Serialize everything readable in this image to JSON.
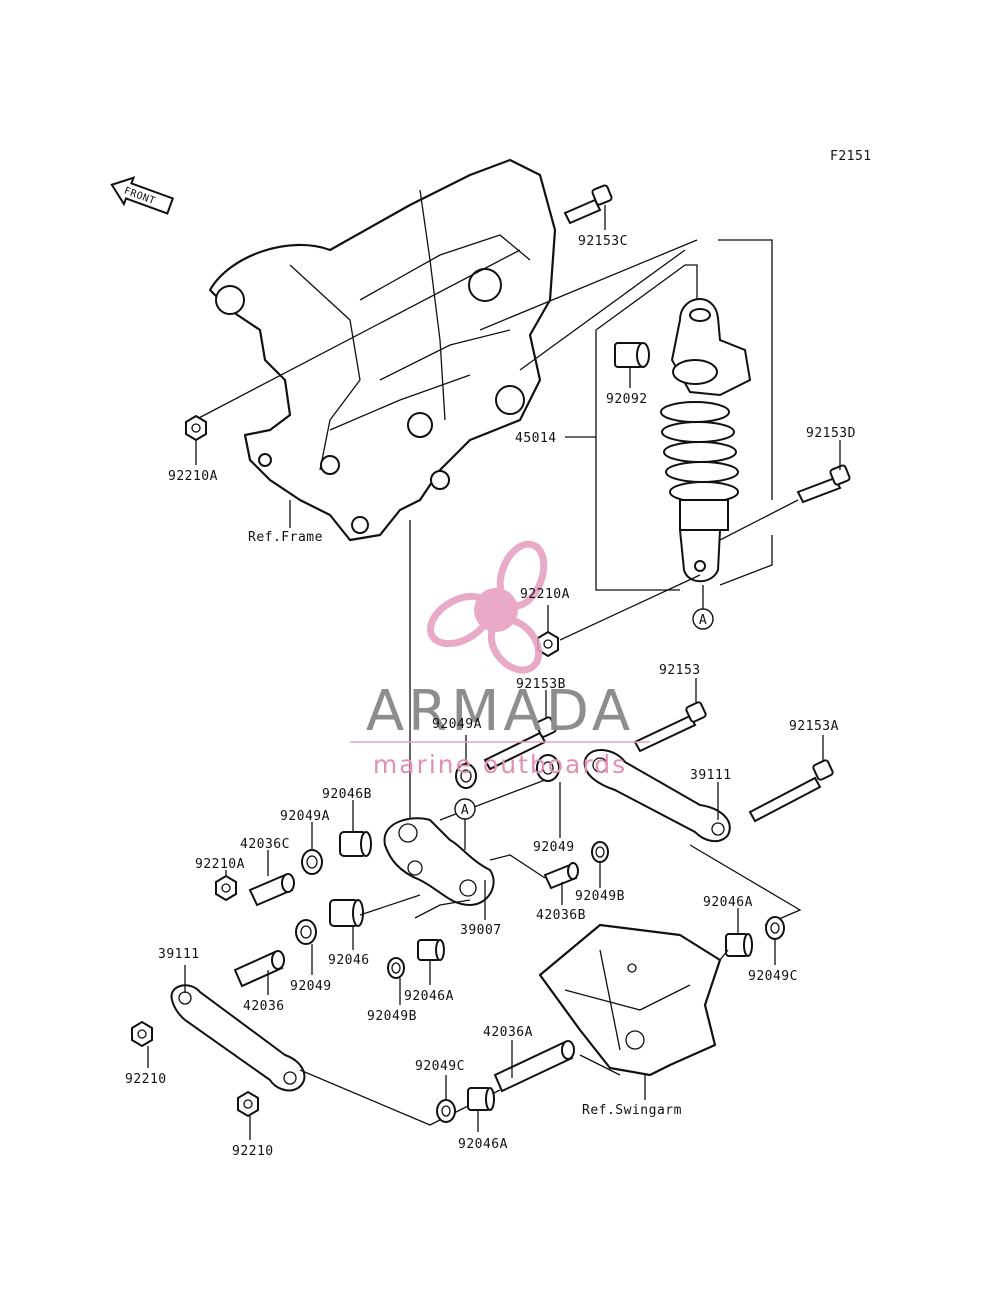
{
  "figure_code": "F2151",
  "front_label": "FRONT",
  "watermark": {
    "brand": "ARMADA",
    "tagline": "marine outboards",
    "colors": {
      "brand": "#8d8d8d",
      "accent": "#e7a1c2"
    }
  },
  "labels": {
    "l92153C": "92153C",
    "l92092": "92092",
    "l92153D": "92153D",
    "l45014": "45014",
    "l92210A_top": "92210A",
    "ref_frame": "Ref.Frame",
    "l92210A_mid": "92210A",
    "l92153B": "92153B",
    "l92153": "92153",
    "l92049A_top": "92049A",
    "l92153A": "92153A",
    "l92046B": "92046B",
    "l39111_right": "39111",
    "l92049A_left": "92049A",
    "l42036C": "42036C",
    "l92049": "92049",
    "l92210A_left": "92210A",
    "l92049B": "92049B",
    "l42036B": "42036B",
    "l39007": "39007",
    "l92046A_right": "92046A",
    "l39111_left": "39111",
    "l92046": "92046",
    "l92049_lower": "92049",
    "l92049C_right": "92049C",
    "l42036": "42036",
    "l92046A_mid": "92046A",
    "l92049B_lower": "92049B",
    "l42036A": "42036A",
    "l92210_left": "92210",
    "l92049C_lower": "92049C",
    "ref_swingarm": "Ref.Swingarm",
    "l92046A_lower": "92046A",
    "l92210_lower": "92210",
    "callout_A1": "A",
    "callout_A2": "A"
  }
}
